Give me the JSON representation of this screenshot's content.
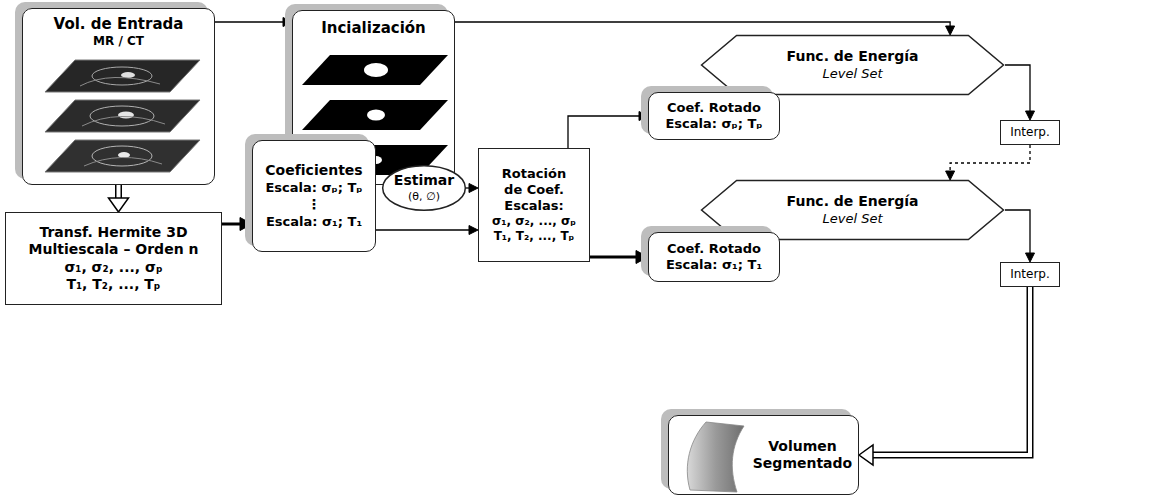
{
  "diagram": {
    "nodes": [
      {
        "text": [
          "Vol. de Entrada",
          "MR / CT"
        ]
      },
      {
        "text": [
          "Incialización"
        ]
      },
      {
        "text": [
          "Func. de Energía",
          "Level Set"
        ]
      },
      {
        "text": [
          "Coef. Rotado",
          "Escala: σₚ; Tₚ"
        ]
      },
      {
        "text": [
          "Interp."
        ]
      },
      {
        "text": [
          "Transf. Hermite 3D",
          "Multiescala – Orden n",
          "σ₁, σ₂, ..., σₚ",
          "T₁, T₂, ..., Tₚ"
        ]
      },
      {
        "text": [
          "Coeficientes",
          "Escala: σₚ; Tₚ",
          "⋮",
          "Escala: σ₁; T₁"
        ]
      },
      {
        "text": [
          "Estimar",
          "(θ, ∅)"
        ]
      },
      {
        "text": [
          "Rotación de Coef.",
          "Escalas:",
          "σ₁, σ₂, ..., σₚ",
          "T₁, T₂, ..., Tₚ"
        ]
      },
      {
        "text": [
          "Func. de Energía",
          "Level Set"
        ]
      },
      {
        "text": [
          "Coef. Rotado",
          "Escala: σ₁; T₁"
        ]
      },
      {
        "text": [
          "Interp."
        ]
      },
      {
        "text": [
          "Volumen Segmentado"
        ]
      }
    ],
    "edges": [
      {
        "from": 0,
        "to": 1,
        "arrow": "to"
      },
      {
        "from": 1,
        "to": 2,
        "arrow": "to"
      },
      {
        "from": 2,
        "to": 4,
        "arrow": "to"
      },
      {
        "from": 4,
        "to": 9,
        "arrow": "to"
      },
      {
        "from": 0,
        "to": 5,
        "arrow": "to"
      },
      {
        "from": 5,
        "to": 6,
        "arrow": "to"
      },
      {
        "from": 6,
        "to": 8,
        "arrow": "to"
      },
      {
        "from": 7,
        "to": 8,
        "arrow": "to"
      },
      {
        "from": 8,
        "to": 3,
        "arrow": "to"
      },
      {
        "from": 8,
        "to": 10,
        "arrow": "to"
      },
      {
        "from": 9,
        "to": 11,
        "arrow": "to"
      },
      {
        "from": 11,
        "to": 12,
        "arrow": "to"
      }
    ]
  }
}
